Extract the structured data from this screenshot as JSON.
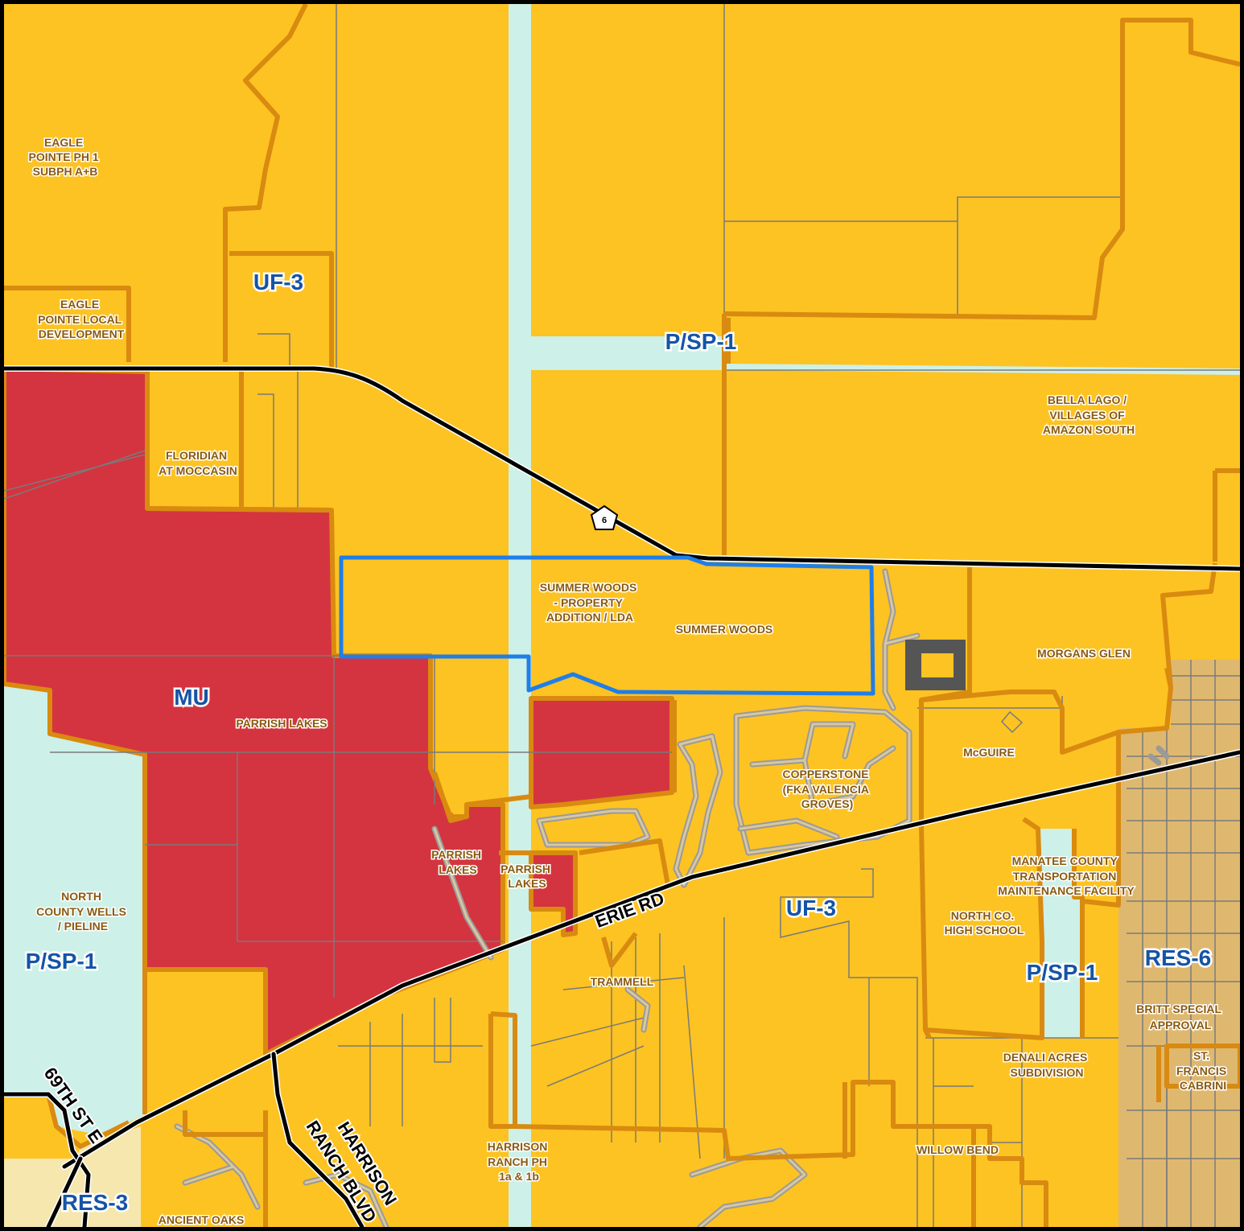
{
  "colors": {
    "uf3_fill": "#fdc322",
    "mu_fill": "#d4343f",
    "psp_fill": "#cdf0e8",
    "res3_fill": "#f5e7ad",
    "res6_fill": "#dfb870",
    "zone_border": "#d98a10",
    "parcel_line": "#7a7a7a",
    "subject_outline": "#1f7ee8",
    "road": "#000000",
    "zone_label": "#1554a6",
    "dev_label": "#8a5a10"
  },
  "zoning_labels": {
    "uf3_north": "UF-3",
    "psp_north": "P/SP-1",
    "mu": "MU",
    "psp_west": "P/SP-1",
    "uf3_south": "UF-3",
    "psp_east": "P/SP-1",
    "res6": "RES-6",
    "res3": "RES-3"
  },
  "development_labels": {
    "eagle_pointe_ph1": [
      "EAGLE",
      "POINTE PH 1",
      "SUBPH A+B"
    ],
    "eagle_pointe_local": [
      "EAGLE",
      "POINTE LOCAL",
      "DEVELOPMENT"
    ],
    "floridian": [
      "FLORIDIAN",
      "AT MOCCASIN"
    ],
    "bella_lago": [
      "BELLA LAGO /",
      "VILLAGES OF",
      "AMAZON SOUTH"
    ],
    "summer_woods_addition": [
      "SUMMER WOODS",
      "- PROPERTY",
      "ADDITION / LDA"
    ],
    "summer_woods": [
      "SUMMER WOODS"
    ],
    "morgans_glen": [
      "MORGANS GLEN"
    ],
    "parrish_lakes_main": [
      "PARRISH LAKES"
    ],
    "mcguire": [
      "McGUIRE"
    ],
    "copperstone": [
      "COPPERSTONE",
      "(FKA VALENCIA",
      "GROVES)"
    ],
    "parrish_lakes_a": [
      "PARRISH",
      "LAKES"
    ],
    "parrish_lakes_b": [
      "PARRISH",
      "LAKES"
    ],
    "manatee_facility": [
      "MANATEE COUNTY",
      "TRANSPORTATION",
      "MAINTENANCE FACILITY"
    ],
    "north_county_wells": [
      "NORTH",
      "COUNTY WELLS",
      "/ PIELINE"
    ],
    "north_co_high": [
      "NORTH CO.",
      "HIGH SCHOOL"
    ],
    "trammell": [
      "TRAMMELL"
    ],
    "britt": [
      "BRITT SPECIAL",
      "APPROVAL"
    ],
    "denali": [
      "DENALI ACRES",
      "SUBDIVISION"
    ],
    "st_francis": [
      "ST.",
      "FRANCIS",
      "CABRINI"
    ],
    "willow_bend": [
      "WILLOW BEND"
    ],
    "harrison_ranch": [
      "HARRISON",
      "RANCH PH",
      "1a & 1b"
    ],
    "ancient_oaks": [
      "ANCIENT OAKS"
    ]
  },
  "road_labels": {
    "erie_rd": "ERIE RD",
    "sixty_ninth": "69TH ST E",
    "harrison_ranch_blvd_1": "HARRISON",
    "harrison_ranch_blvd_2": "RANCH BLVD"
  },
  "route_shield": "6"
}
